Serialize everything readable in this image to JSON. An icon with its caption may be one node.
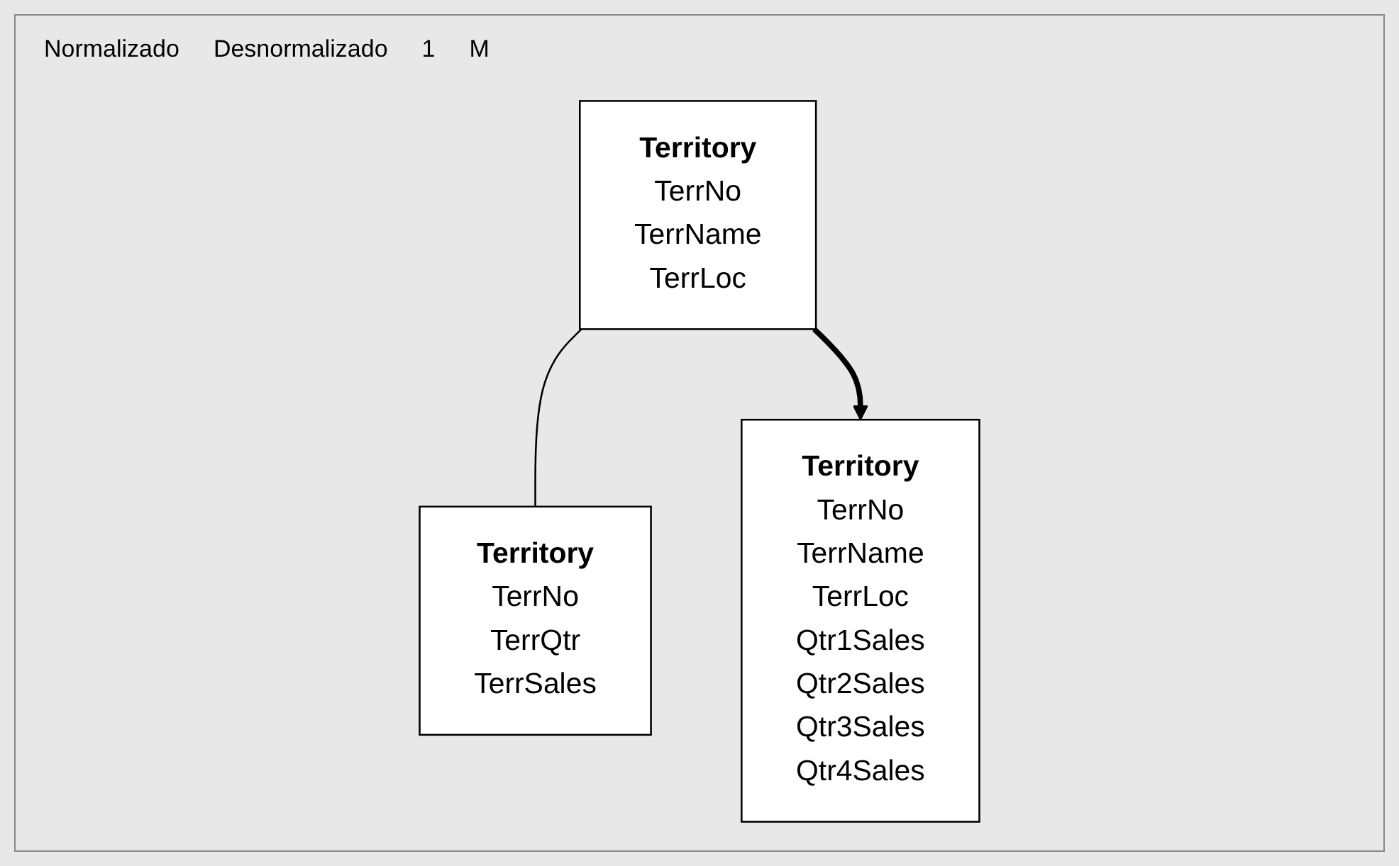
{
  "diagram": {
    "nodes": [
      {
        "text": [
          "Territory",
          "TerrNo",
          "TerrName",
          "TerrLoc"
        ]
      },
      {
        "text": [
          "Territory",
          "TerrNo",
          "TerrQtr",
          "TerrSales"
        ]
      },
      {
        "text": [
          "Territory",
          "TerrNo",
          "TerrName",
          "TerrLoc",
          "Qtr1Sales",
          "Qtr2Sales",
          "Qtr3Sales",
          "Qtr4Sales"
        ]
      }
    ],
    "edges": [
      {
        "from": 0,
        "to": 1,
        "arrow": "none"
      },
      {
        "from": 0,
        "to": 2,
        "arrow": "to",
        "style": "thick"
      }
    ],
    "labels": [
      "Normalizado",
      "Desnormalizado",
      "1",
      "M"
    ]
  }
}
